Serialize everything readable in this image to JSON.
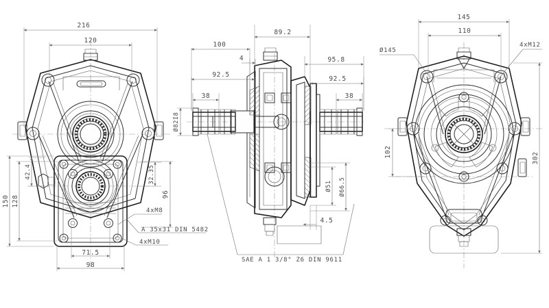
{
  "drawing": {
    "title": "PTO gearbox / speed reducer — 3-view dimensioned technical drawing",
    "background_color": "#ffffff",
    "line_color": "#1a1a1a",
    "dimension_color": "#6f6f6f",
    "views": [
      {
        "id": "left-view",
        "name": "front-elevation-view"
      },
      {
        "id": "middle-view",
        "name": "section-side-view"
      },
      {
        "id": "right-view",
        "name": "rear-elevation-view"
      }
    ]
  },
  "left_view": {
    "name": "front-elevation-view",
    "dimensions": {
      "overall_width": "216",
      "top_bolt_span": "120",
      "overall_height": "150",
      "inner_height": "128",
      "boss_offset": "42.4",
      "flange_offset": "32.35",
      "center_height": "96",
      "base_inner_width": "71.5",
      "base_width": "98"
    },
    "notes": [
      {
        "label": "4xM8",
        "name": "note-4xm8"
      },
      {
        "label": "4xM10",
        "name": "note-4xm10"
      },
      {
        "label": "A 35x31 DIN 5482",
        "name": "note-spline-din5482"
      }
    ]
  },
  "middle_view": {
    "name": "section-side-view",
    "dimensions": {
      "body_width": "89.2",
      "left_shaft_total": "100",
      "left_offset": "4",
      "left_shaft_92_5": "92.5",
      "left_spline_len": "38",
      "input_shaft_dia": "Ø82I8",
      "right_shaft_total": "95.8",
      "right_shaft_92_5": "92.5",
      "right_spline_len": "38",
      "bore_51": "Ø51",
      "flange_66_5": "Ø66.5",
      "flange_thickness": "4.5"
    },
    "notes": [
      {
        "label": "SAE A 1 3/8\" Z6 DIN 9611",
        "name": "note-sae-a-spline"
      }
    ]
  },
  "right_view": {
    "name": "rear-elevation-view",
    "dimensions": {
      "overall_width": "145",
      "bolt_span": "110",
      "pilot_diameter": "Ø145",
      "center_height": "102",
      "overall_height": "302"
    },
    "notes": [
      {
        "label": "4xM12",
        "name": "note-4xm12"
      }
    ]
  }
}
